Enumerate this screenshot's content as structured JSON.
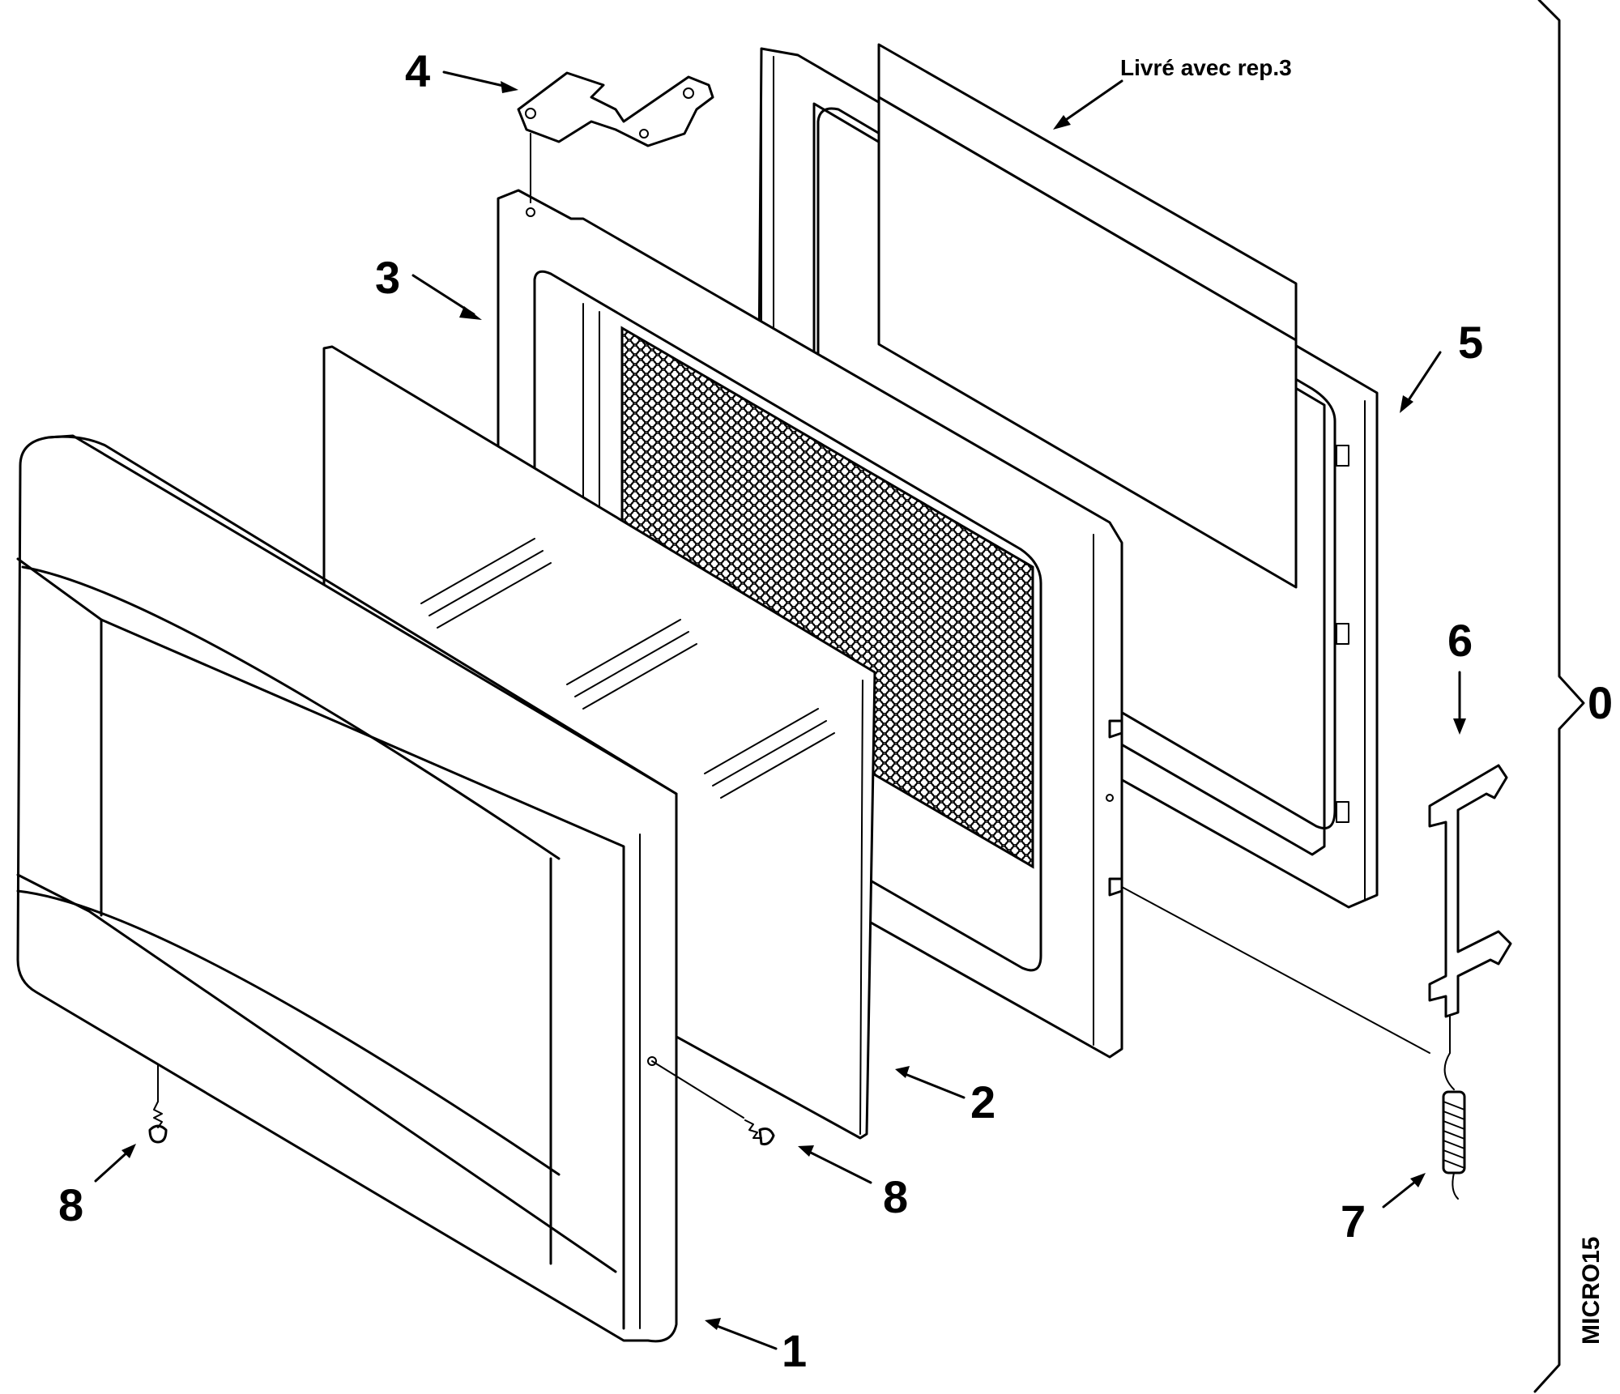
{
  "callouts": {
    "c0": "0",
    "c1": "1",
    "c2": "2",
    "c3": "3",
    "c4": "4",
    "c5": "5",
    "c6": "6",
    "c7": "7",
    "c8_left": "8",
    "c8_right": "8"
  },
  "note": "Livré avec rep.3",
  "reference": "MICRO15",
  "colors": {
    "line": "#000000",
    "background": "#ffffff"
  }
}
